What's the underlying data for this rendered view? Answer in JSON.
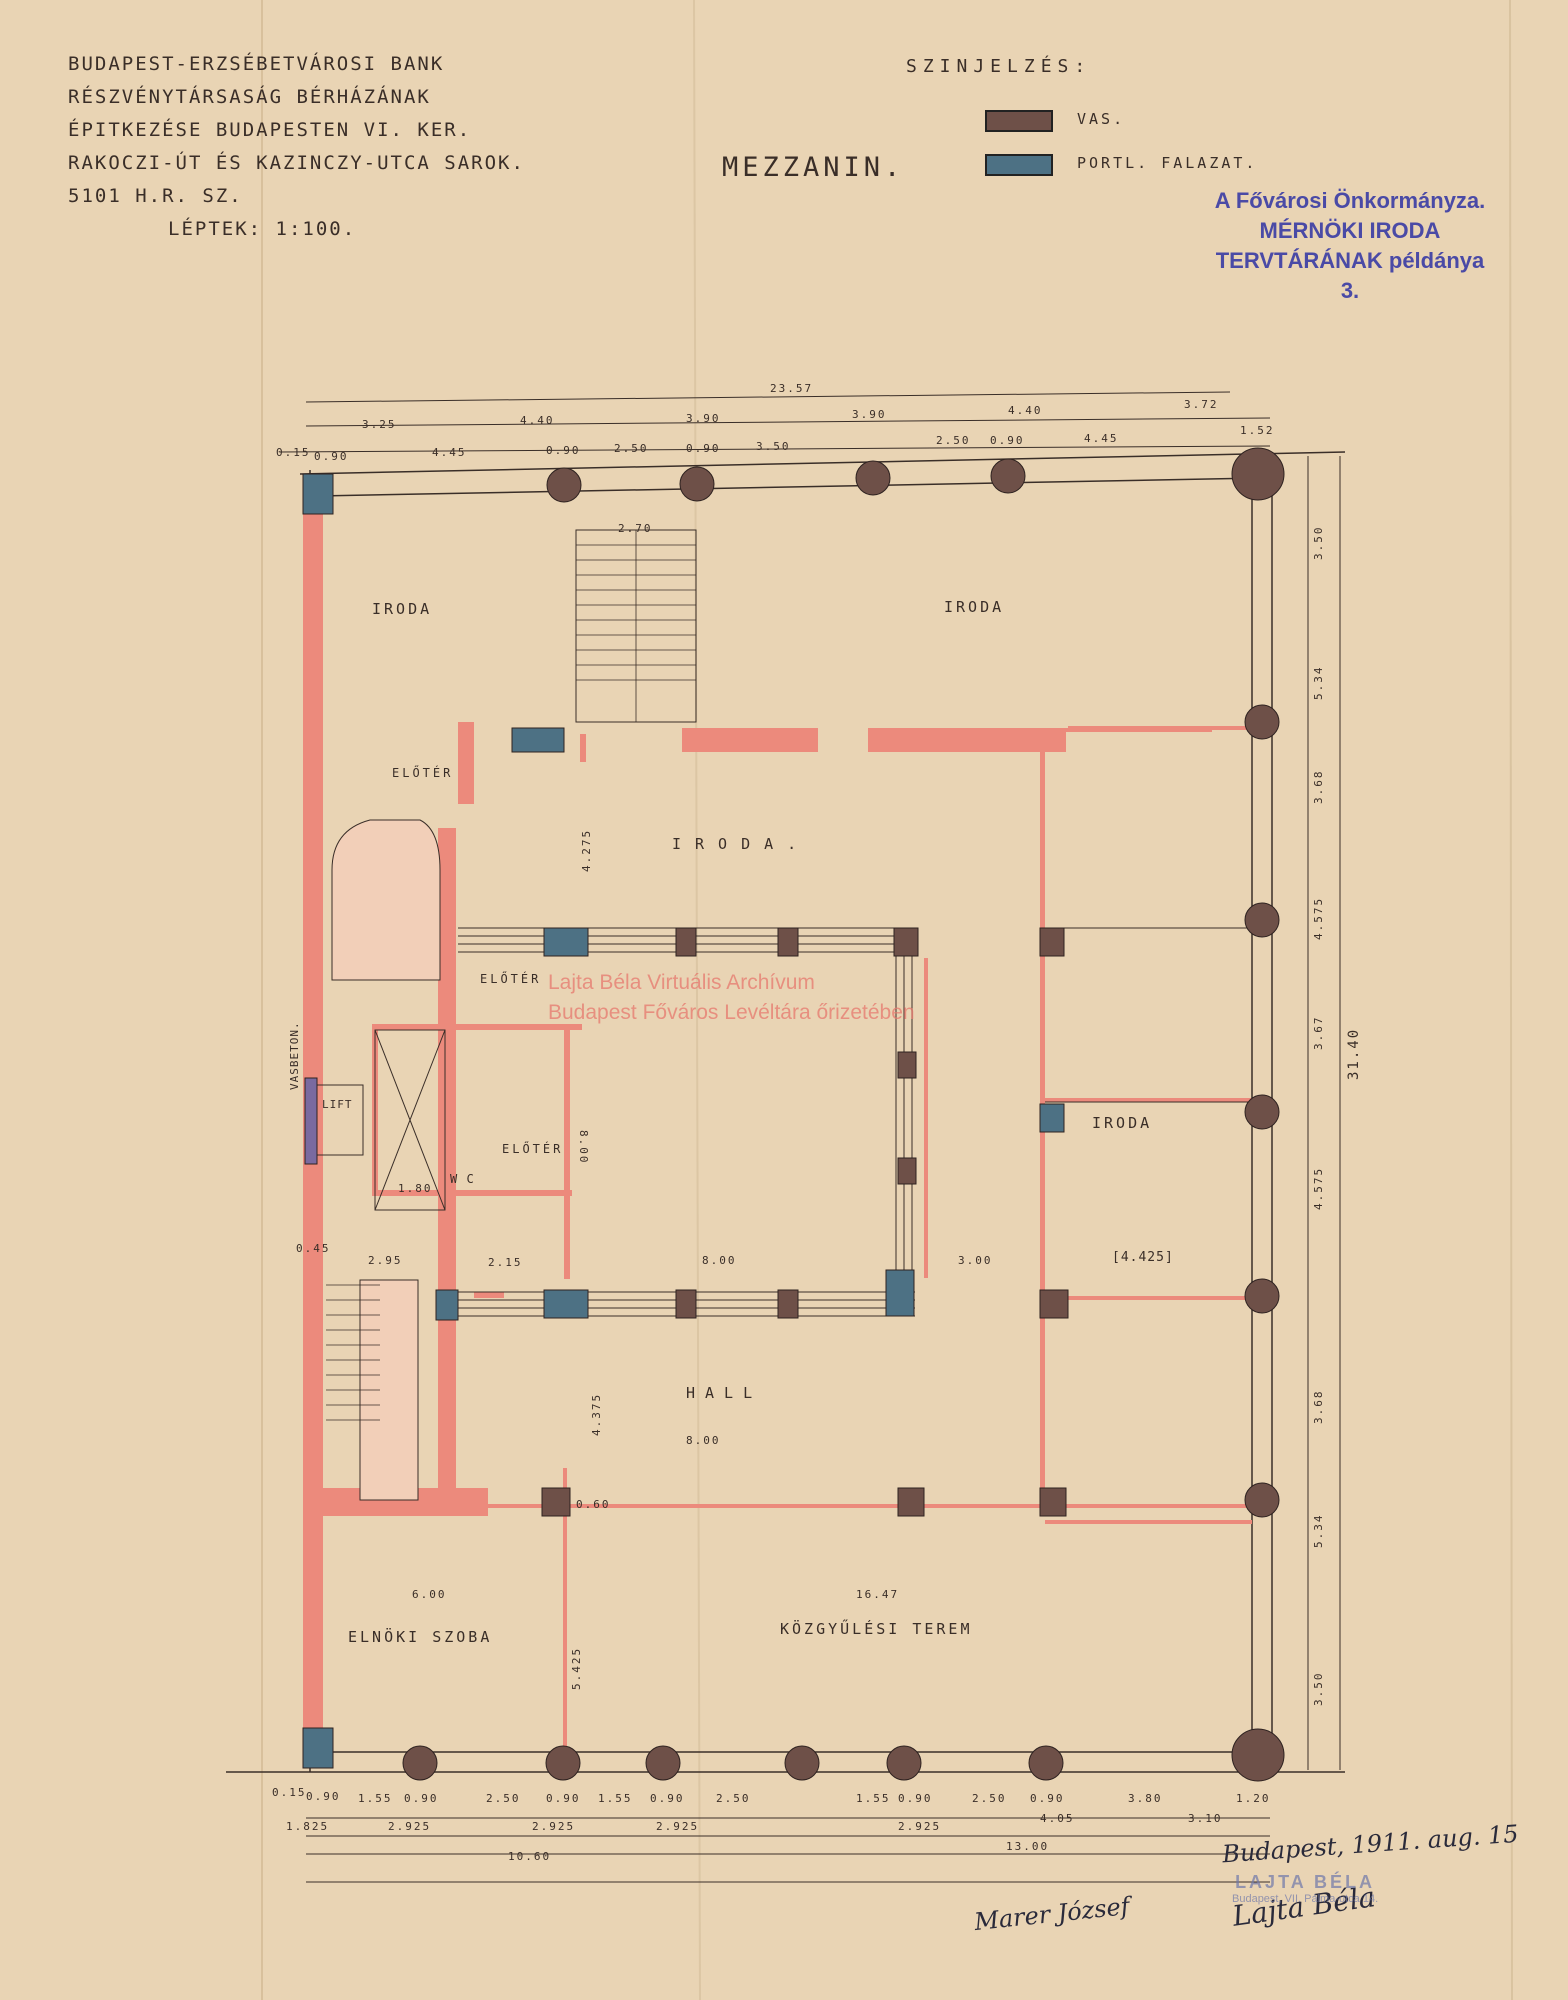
{
  "title_block": {
    "lines": [
      "BUDAPEST-ERZSÉBETVÁROSI BANK",
      "RÉSZVÉNYTÁRSASÁG BÉRHÁZÁNAK",
      "ÉPITKEZÉSE BUDAPESTEN VI. KER.",
      "RAKOCZI-ÚT ÉS KAZINCZY-UTCA SAROK.",
      "5101 H.R. SZ."
    ],
    "scale": "LÉPTEK: 1:100."
  },
  "floor_title": "MEZZANIN.",
  "legend": {
    "title": "SZINJELZÉS:",
    "items": [
      {
        "label": "VAS.",
        "color": "#6e5048"
      },
      {
        "label": "PORTL. FALAZAT.",
        "color": "#4d7184"
      }
    ]
  },
  "stamp": {
    "lines": [
      "A Fővárosi Önkormányza.",
      "MÉRNÖKI IRODA",
      "TERVTÁRÁNAK példánya",
      "3."
    ]
  },
  "watermark": {
    "line1": "Lajta Béla Virtuális Archívum",
    "line2": "Budapest Főváros Levéltára őrizetében"
  },
  "rooms": {
    "iroda_nw": "IRODA",
    "iroda_ne": "IRODA",
    "iroda_center": "IRODA.",
    "iroda_east": "IRODA",
    "eloter_1": "ELŐTÉR",
    "eloter_2": "ELŐTÉR",
    "eloter_3": "ELŐTÉR",
    "hall": "HALL",
    "elnoki": "ELNÖKI SZOBA",
    "kozgyulesi": "KÖZGYŰLÉSI TEREM",
    "lift": "LIFT",
    "wc": "W C",
    "vasbeton": "VASBETON.",
    "bracket": "[4.425]"
  },
  "dimensions": {
    "top_total": "23.57",
    "top_row1": [
      "3.25",
      "4.40",
      "3.90",
      "3.90",
      "4.40",
      "3.72"
    ],
    "top_row2": [
      "0.15",
      "0.90",
      "4.45",
      "0.90",
      "2.50",
      "0.90",
      "3.50",
      "2.50",
      "0.90",
      "4.45",
      "1.52"
    ],
    "right_total": "31.40",
    "right_col": [
      "3.50",
      "5.34",
      "3.68",
      "4.575",
      "3.67",
      "4.575",
      "3.68",
      "5.34",
      "3.50"
    ],
    "bottom_row1": [
      "0.15",
      "0.90",
      "1.55",
      "0.90",
      "2.50",
      "0.90",
      "1.55",
      "0.90",
      "2.50",
      "1.55",
      "0.90",
      "2.50",
      "0.90",
      "3.80",
      "1.20"
    ],
    "bottom_row2": [
      "1.825",
      "2.925",
      "2.925",
      "2.925",
      "2.925",
      "4.05",
      "3.10"
    ],
    "bottom_row3": [
      "10.60",
      "13.00"
    ],
    "inner": [
      "8.00",
      "8.00",
      "8.00",
      "6.00",
      "16.47",
      "3.00",
      "2.95",
      "2.15",
      "5.425",
      "4.375",
      "4.275",
      "2.70",
      "0.60",
      "0.45",
      "1.80"
    ]
  },
  "signatures": {
    "date": "Budapest, 1911. aug. 15",
    "left": "Marer József",
    "right": "Lajta Béla",
    "archive_stamp_line1": "LAJTA BÉLA",
    "archive_stamp_line2": "Budapest, VII. Pálma-utca 14."
  },
  "colors": {
    "paper": "#e9d4b4",
    "wall_red": "#ec8a7c",
    "iron_brown": "#6e5048",
    "portland_blue": "#4d7184",
    "stamp_blue": "#4a4aa6"
  }
}
